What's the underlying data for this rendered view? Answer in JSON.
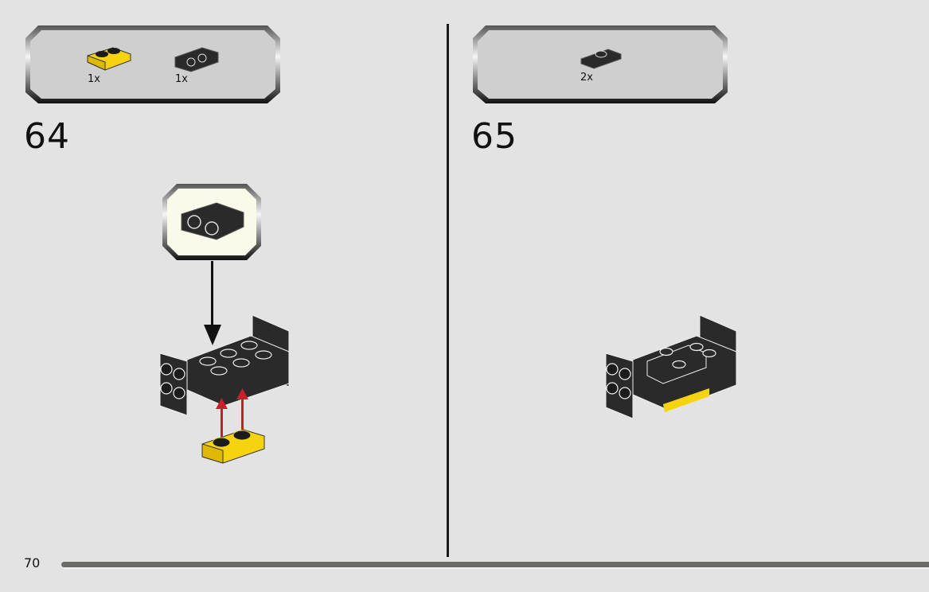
{
  "page": {
    "number": "70"
  },
  "steps": [
    {
      "number": "64",
      "parts": [
        {
          "name": "yellow 1x2 plate",
          "color": "#f5d40f",
          "qty": "1x"
        },
        {
          "name": "black 1x2 - 2x2 bracket inverted",
          "color": "#2a2a2a",
          "qty": "1x"
        }
      ],
      "callout": {
        "part": "black bracket",
        "background": "#fafaeb"
      },
      "arrows": {
        "callout_arrow_color": "#111111",
        "insert_arrow_color": "#c8202a"
      }
    },
    {
      "number": "65",
      "parts": [
        {
          "name": "black 1x2 jumper plate",
          "color": "#2a2a2a",
          "qty": "2x"
        }
      ]
    }
  ],
  "colors": {
    "background": "#e3e3e3",
    "parts_box_fill": "#cfcfcf",
    "brick_black": "#2a2a2a",
    "brick_yellow": "#f5d40f",
    "progress_bar": "#6b6b69"
  }
}
